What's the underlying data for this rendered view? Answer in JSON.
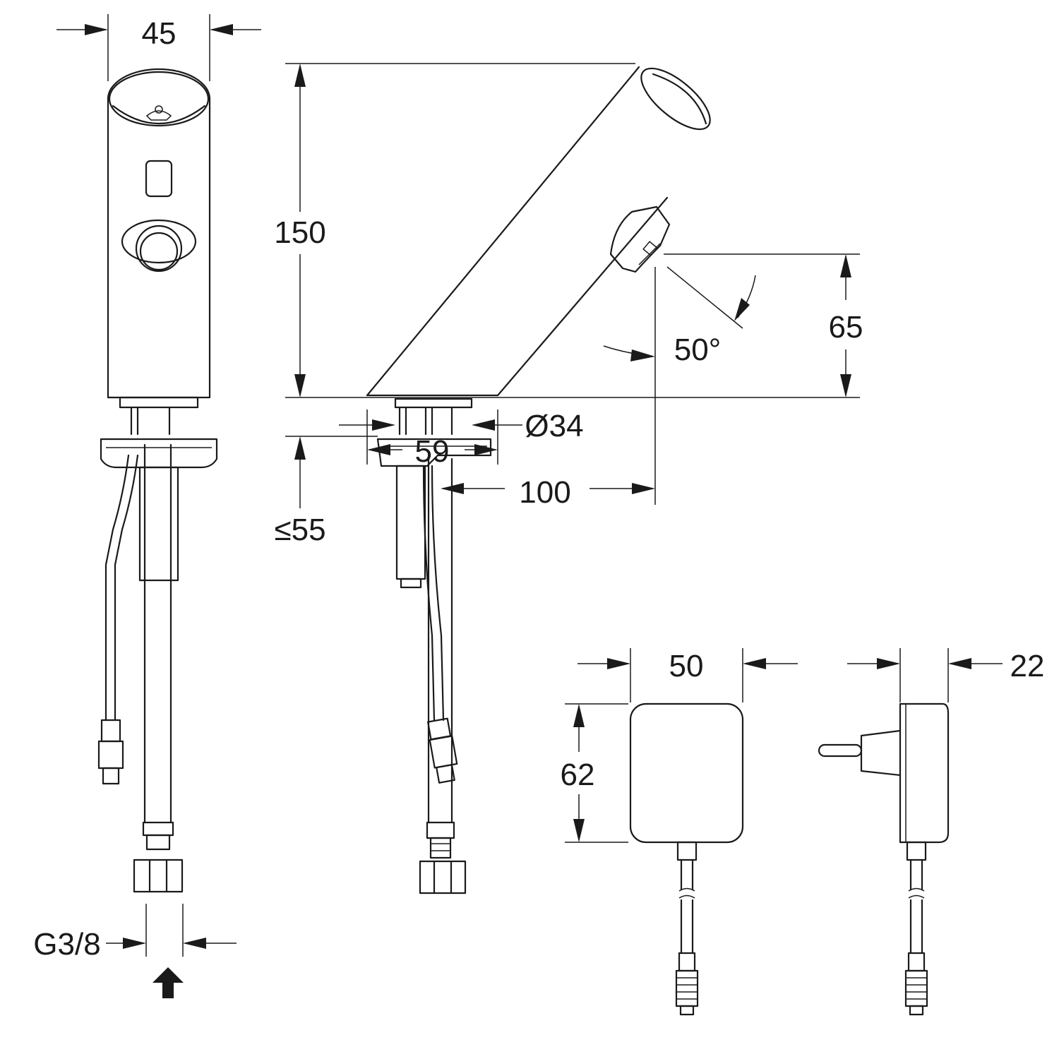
{
  "dimensions": {
    "body_width": "45",
    "total_height": "150",
    "spout_height": "65",
    "sensor_angle": "50°",
    "base_diameter": "Ø34",
    "spout_reach": "100",
    "max_deck_thickness": "≤55",
    "base_depth": "59",
    "inlet_thread": "G3/8",
    "psu_width": "50",
    "psu_height": "62",
    "psu_depth": "22"
  }
}
